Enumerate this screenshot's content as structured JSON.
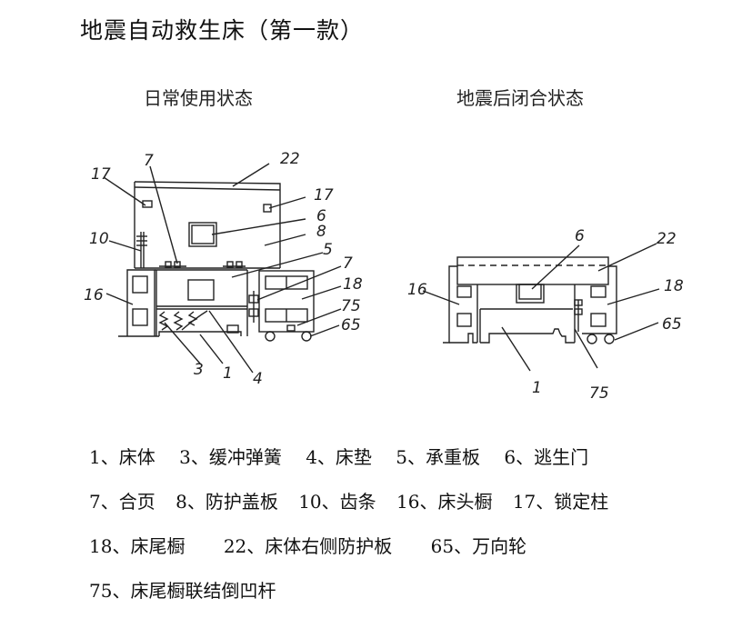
{
  "title": "地震自动救生床（第一款）",
  "figures": {
    "left": {
      "caption": "日常使用状态",
      "labels": {
        "l7a": "7",
        "l22": "22",
        "l17a": "17",
        "l17b": "17",
        "l6": "6",
        "l8": "8",
        "l10": "10",
        "l5": "5",
        "l7b": "7",
        "l16": "16",
        "l18": "18",
        "l75": "75",
        "l65": "65",
        "l3": "3",
        "l1": "1",
        "l4": "4"
      }
    },
    "right": {
      "caption": "地震后闭合状态",
      "labels": {
        "l6": "6",
        "l22": "22",
        "l16": "16",
        "l18": "18",
        "l65": "65",
        "l1": "1",
        "l75": "75"
      }
    }
  },
  "legend": {
    "row1": [
      "1、床体",
      "3、缓冲弹簧",
      "4、床垫",
      "5、承重板",
      "6、逃生门"
    ],
    "row2": [
      "7、合页",
      "8、防护盖板",
      "10、齿条",
      "16、床头橱",
      "17、锁定柱"
    ],
    "row3": [
      "18、床尾橱",
      "22、床体右侧防护板",
      "65、万向轮"
    ],
    "row4": [
      "75、床尾橱联结倒凹杆"
    ]
  }
}
